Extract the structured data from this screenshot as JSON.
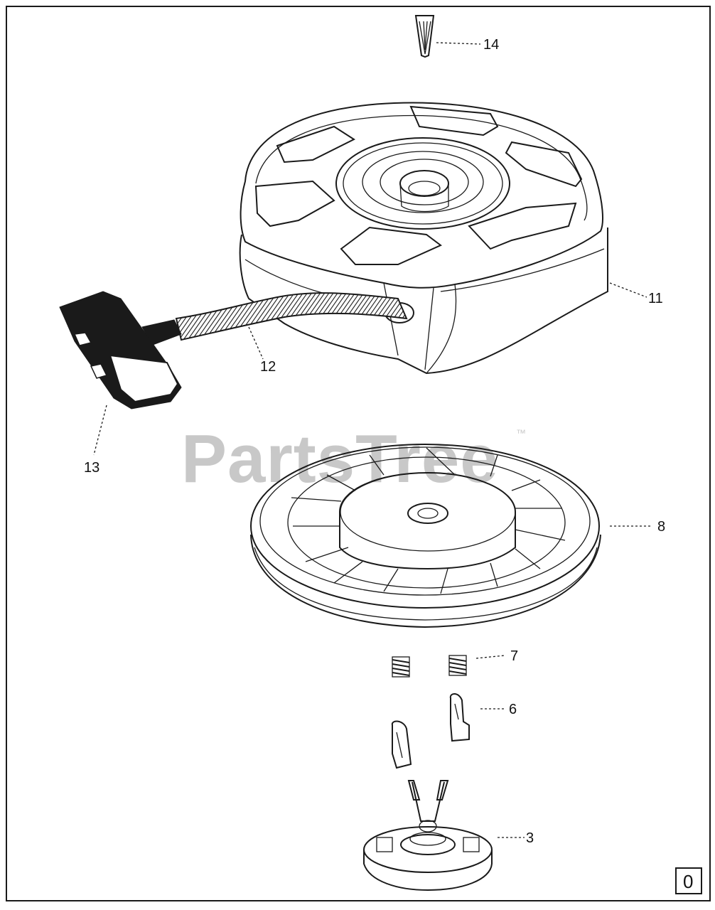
{
  "callouts": [
    {
      "id": "14",
      "label": "14"
    },
    {
      "id": "11",
      "label": "11"
    },
    {
      "id": "12",
      "label": "12"
    },
    {
      "id": "13",
      "label": "13"
    },
    {
      "id": "8",
      "label": "8"
    },
    {
      "id": "7",
      "label": "7"
    },
    {
      "id": "6",
      "label": "6"
    },
    {
      "id": "3",
      "label": "3"
    }
  ],
  "watermark": {
    "text": "PartsTree",
    "trademark": "™"
  },
  "page_number": "0"
}
